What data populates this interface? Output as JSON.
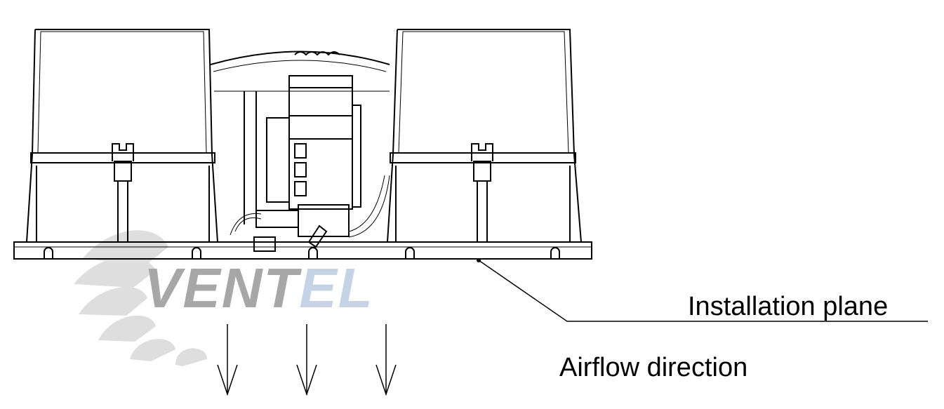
{
  "labels": {
    "installation_plane": "Installation plane",
    "airflow_direction": "Airflow direction"
  },
  "watermark": {
    "text": "VENTEL",
    "colors": {
      "dark": "#a7a7a7",
      "light": "#c5d3e6",
      "fan": "#dedede"
    }
  },
  "colors": {
    "line": "#000000",
    "background": "#ffffff"
  },
  "airflow_arrows": 3
}
